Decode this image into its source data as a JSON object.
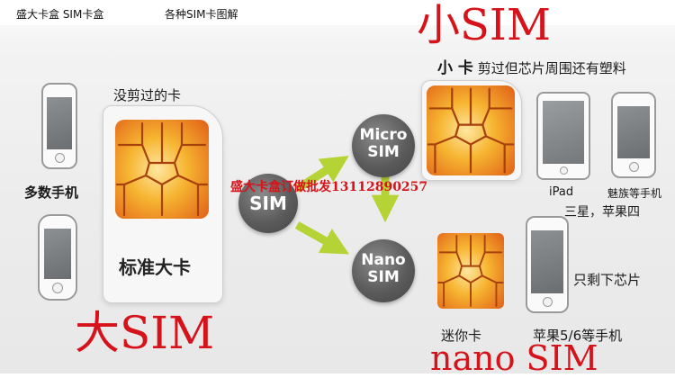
{
  "header": {
    "caption_left": "盛大卡盒 SIM卡盒",
    "caption_right": "各种SIM卡图解"
  },
  "titles": {
    "small": "小SIM",
    "big": "大SIM",
    "nano": "nano SIM"
  },
  "left_panel": {
    "phones_label": "多数手机"
  },
  "standard_card": {
    "top_label": "没剪过的卡",
    "inner_label": "标准大卡"
  },
  "center_node": {
    "label": "SIM"
  },
  "micro_node": {
    "line1": "Micro",
    "line2": "SIM"
  },
  "nano_node": {
    "line1": "Nano",
    "line2": "SIM"
  },
  "micro_panel": {
    "heading_bold": "小 卡",
    "heading_rest": "剪过但芯片周围还有塑料",
    "ipad_label": "iPad",
    "meizu_label": "魅族等手机",
    "brands_label": "三星，苹果四"
  },
  "nano_panel": {
    "chip_only_label": "只剩下芯片",
    "mini_label": "迷你卡",
    "apple_label": "苹果5/6等手机"
  },
  "watermark": "盛大卡盒订做批发13112890257",
  "colors": {
    "accent_red": "#d6131a",
    "arrow_green": "#b5d334",
    "chip_orange": "#f29a1b",
    "node_gray": "#5b5b5b"
  }
}
